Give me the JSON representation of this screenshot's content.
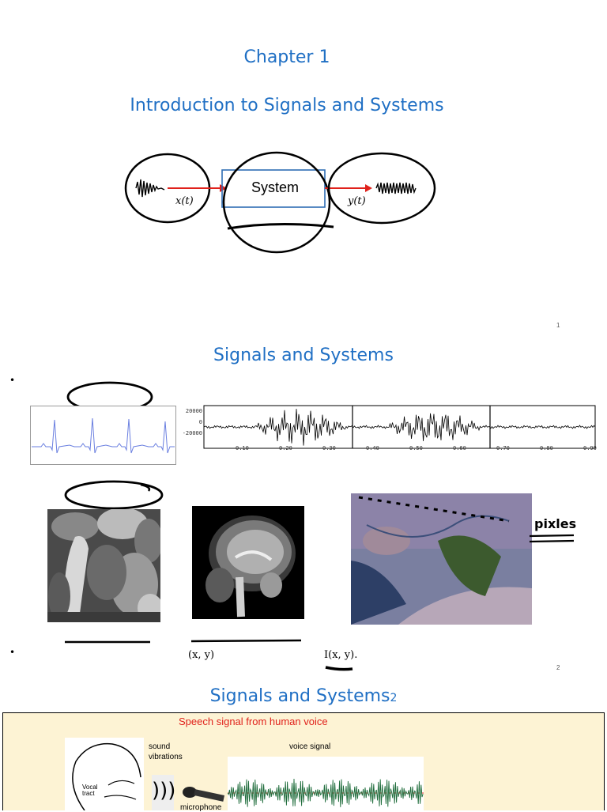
{
  "slide1": {
    "title": "Chapter 1",
    "subtitle": "Introduction to Signals and Systems",
    "system_label": "System",
    "input_label": "x(t)",
    "output_label": "y(t)",
    "page_number": "1"
  },
  "slide2": {
    "title": "Signals and Systems",
    "bullet": "•",
    "waveform_yticks": [
      "20000",
      "0",
      "-20000"
    ],
    "waveform_xticks": [
      "0.10",
      "0.20",
      "0.30",
      "0.40",
      "0.50",
      "0.60",
      "0.70",
      "0.80",
      "0.90"
    ],
    "handwritten_note": "pixles",
    "coord_label": "(x, y)",
    "intensity_label": "I(x, y).",
    "page_number": "2"
  },
  "slide3": {
    "title": "Signals and Systems",
    "title_suffix": "2",
    "banner": "Speech signal from human voice",
    "sound_label": "sound vibrations",
    "voice_label": "voice signal",
    "tract_label": "Vocal tract",
    "mic_label": "microphone"
  }
}
